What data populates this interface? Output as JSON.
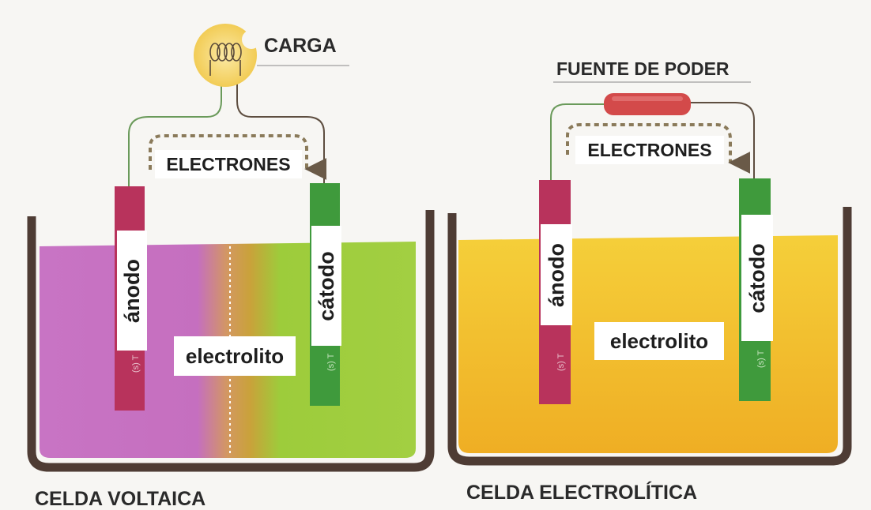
{
  "voltaic": {
    "caption": "CELDA VOLTAICA",
    "load_label": "CARGA",
    "electrons_label": "ELECTRONES",
    "anode_label": "ánodo",
    "cathode_label": "cátodo",
    "electrolyte_label": "electrolito"
  },
  "electrolytic": {
    "caption": "CELDA ELECTROLÍTICA",
    "source_label": "FUENTE DE PODER",
    "electrons_label": "ELECTRONES",
    "anode_label": "ánodo",
    "cathode_label": "cátodo",
    "electrolyte_label": "electrolito"
  },
  "colors": {
    "anode_solution": "#c56fbf",
    "cathode_solution": "#9dcc3b",
    "electrolytic_solution": "#f2bf2a",
    "container": "#4e3c34",
    "anode_electrode": "#b8335c",
    "cathode_electrode": "#3f9a3c",
    "wire": "#6a9a5a",
    "power_source": "#d34a4a",
    "load_glow": "#f3d36a"
  }
}
